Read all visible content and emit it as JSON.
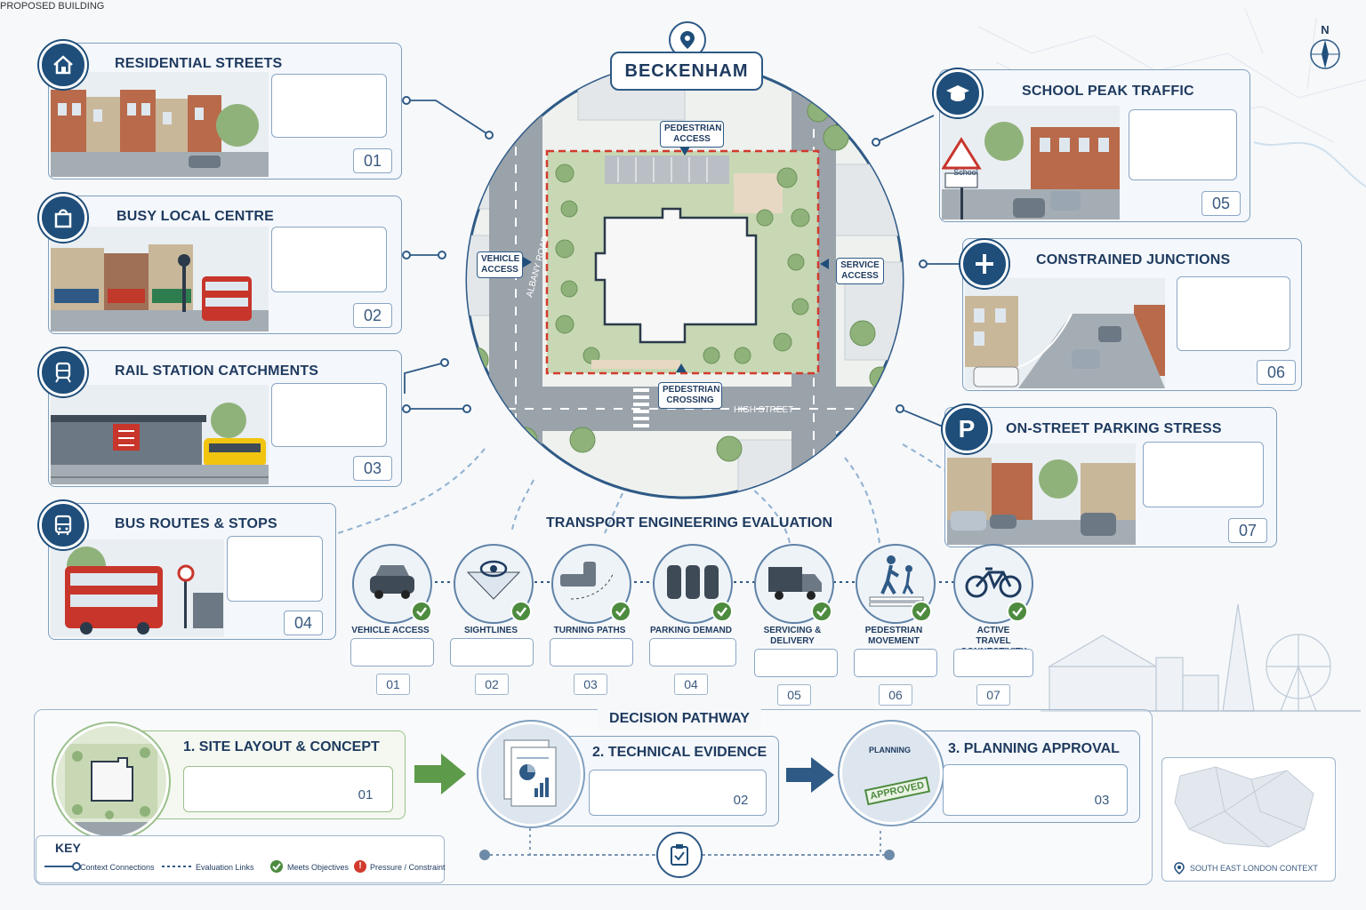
{
  "location": {
    "title": "BECKENHAM"
  },
  "map": {
    "labels": {
      "pedestrian_access": "PEDESTRIAN ACCESS",
      "vehicle_access": "VEHICLE ACCESS",
      "service_access": "SERVICE ACCESS",
      "pedestrian_crossing": "PEDESTRIAN CROSSING",
      "proposed_building": "PROPOSED BUILDING",
      "albany_road": "ALBANY ROAD",
      "high_street": "HIGH STREET"
    }
  },
  "compass": {
    "north": "N"
  },
  "context_left": [
    {
      "title": "RESIDENTIAL STREETS",
      "num": "01"
    },
    {
      "title": "BUSY LOCAL CENTRE",
      "num": "02"
    },
    {
      "title": "RAIL STATION CATCHMENTS",
      "num": "03"
    },
    {
      "title": "BUS ROUTES & STOPS",
      "num": "04"
    }
  ],
  "context_right": [
    {
      "title": "SCHOOL PEAK TRAFFIC",
      "num": "05",
      "sign": "School"
    },
    {
      "title": "CONSTRAINED JUNCTIONS",
      "num": "06"
    },
    {
      "title": "ON-STREET PARKING STRESS",
      "num": "07"
    }
  ],
  "evaluation": {
    "title": "TRANSPORT ENGINEERING EVALUATION",
    "items": [
      {
        "label": "VEHICLE ACCESS",
        "num": "01"
      },
      {
        "label": "SIGHTLINES",
        "num": "02"
      },
      {
        "label": "TURNING PATHS",
        "num": "03"
      },
      {
        "label": "PARKING DEMAND",
        "num": "04"
      },
      {
        "label": "SERVICING & DELIVERY",
        "num": "05"
      },
      {
        "label": "PEDESTRIAN MOVEMENT",
        "num": "06"
      },
      {
        "label": "ACTIVE TRAVEL CONNECTIVITY",
        "num": "07"
      }
    ]
  },
  "decision": {
    "title": "DECISION PATHWAY",
    "steps": [
      {
        "title": "1.  SITE LAYOUT & CONCEPT",
        "num": "01"
      },
      {
        "title": "2.  TECHNICAL EVIDENCE",
        "num": "02"
      },
      {
        "title": "3.  PLANNING APPROVAL",
        "num": "03",
        "doc_header": "PLANNING",
        "stamp": "APPROVED"
      }
    ]
  },
  "key": {
    "title": "KEY",
    "items": [
      "Context Connections",
      "Evaluation Links",
      "Meets Objectives",
      "Pressure / Constraint"
    ]
  },
  "context_map": {
    "label": "SOUTH EAST LONDON CONTEXT"
  },
  "colors": {
    "navy": "#1f4e7a",
    "green": "#4d8b3f",
    "red": "#d23a2e",
    "card_border": "#7f9fbf"
  }
}
